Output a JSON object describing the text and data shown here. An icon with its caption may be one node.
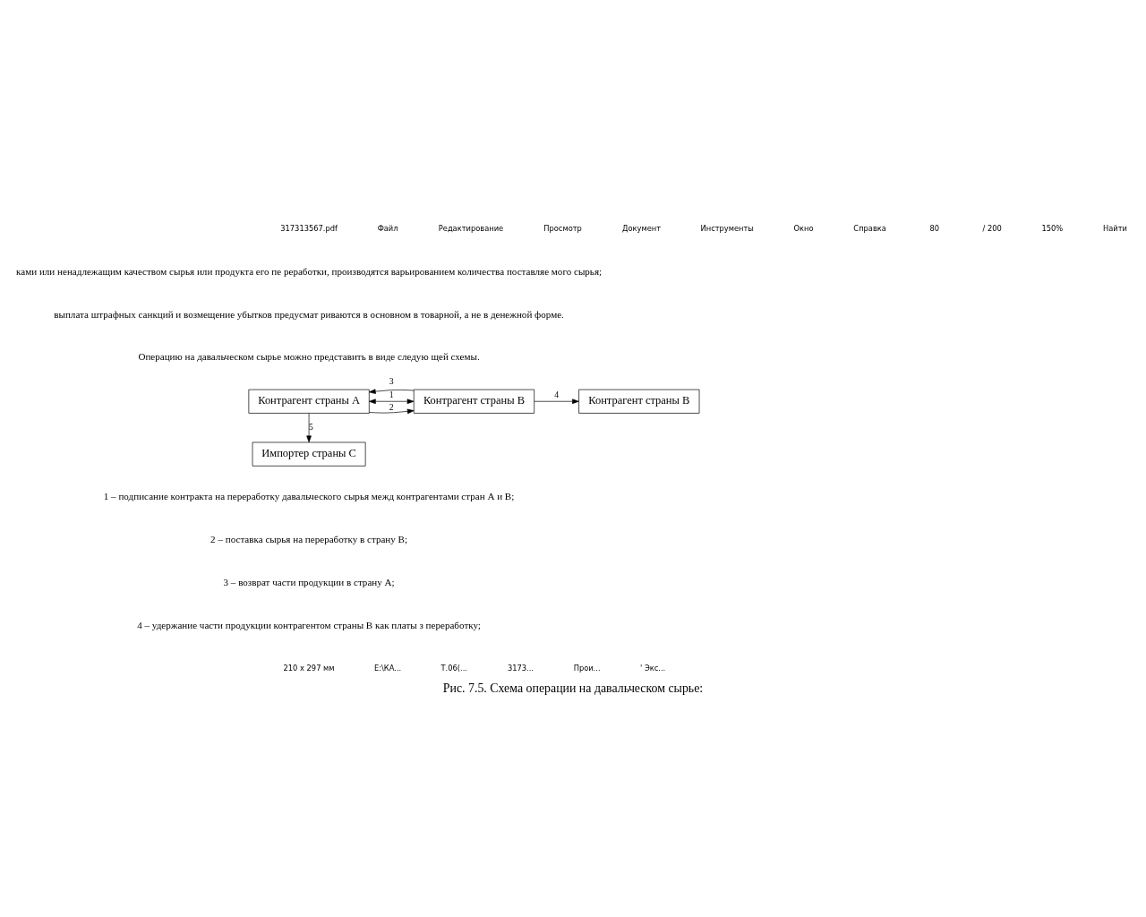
{
  "diagram": {
    "caption": "Рис. 7.5. Схема операции на давальческом сырье:",
    "nodes": [
      {
        "text": [
          "Контрагент страны А"
        ]
      },
      {
        "text": [
          "Контрагент страны В"
        ]
      },
      {
        "text": [
          "Контрагент страны В"
        ]
      },
      {
        "text": [
          "Импортер страны С"
        ]
      }
    ],
    "edges": [
      {
        "from": 0,
        "to": 1,
        "arrow": "both",
        "label": "1"
      },
      {
        "from": 0,
        "to": 1,
        "arrow": "to",
        "label": "2"
      },
      {
        "from": 1,
        "to": 0,
        "arrow": "to",
        "label": "3"
      },
      {
        "from": 1,
        "to": 2,
        "arrow": "to",
        "label": "4"
      },
      {
        "from": 0,
        "to": 3,
        "arrow": "to",
        "label": "5"
      }
    ],
    "labels": [
      "317313567.pdf",
      "Файл",
      "Редактирование",
      "Просмотр",
      "Документ",
      "Инструменты",
      "Окно",
      "Справка",
      "80",
      "/ 200",
      "150%",
      "Найти",
      "ками или ненадлежащим качеством сырья или продукта его пе реработки, производятся варьированием количества поставляе мого сырья;",
      "выплата штрафных санкций и возмещение убытков предусмат риваются в основном в товарной, а не в денежной форме.",
      "Операцию на давальческом сырье можно представить в виде следую щей схемы.",
      "1 – подписание контракта на переработку давальческого сырья межд контрагентами стран А и В;",
      "2 – поставка сырья на переработку в страну В;",
      "3 – возврат части продукции в страну А;",
      "4 – удержание части продукции контрагентом страны В как платы з переработку;",
      "210 x 297 мм",
      "E:\\КА...",
      "Т.06(...",
      "3173...",
      "Прои...",
      "' Экс..."
    ]
  }
}
